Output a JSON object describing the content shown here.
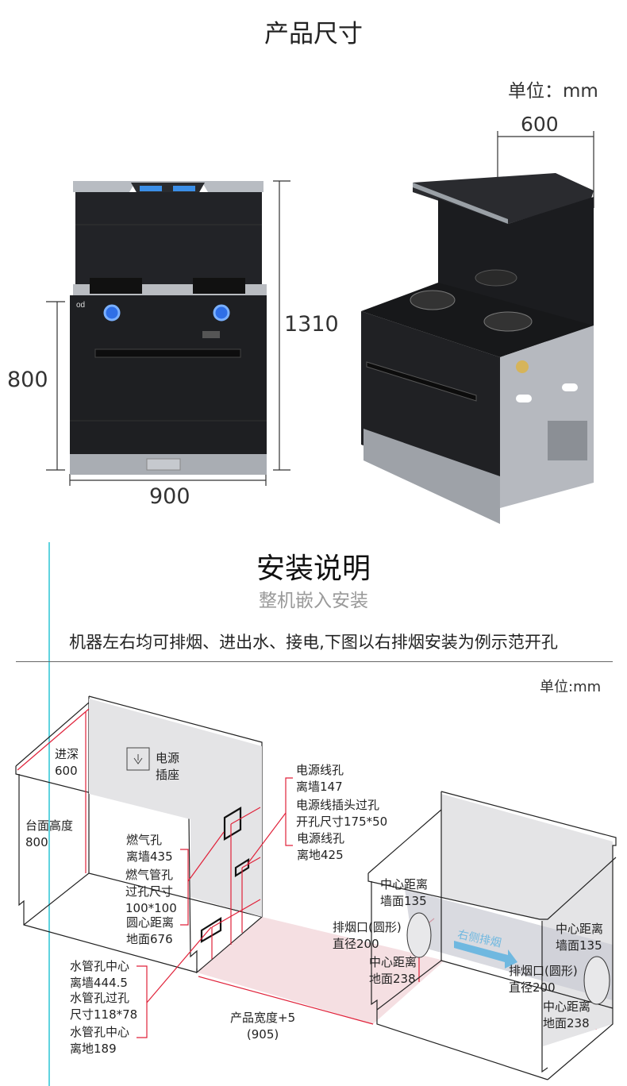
{
  "section1": {
    "title": "产品尺寸",
    "unit": "单位：mm",
    "dims": {
      "depth": "600",
      "height_total": "1310",
      "height_counter": "800",
      "width": "900"
    },
    "brand_logo": "od"
  },
  "section2": {
    "title": "安装说明",
    "subtitle": "整机嵌入安装",
    "note": "机器左右均可排烟、进出水、接电,下图以右排烟安装为例示范开孔",
    "unit": "单位:mm",
    "labels": {
      "depth": "进深\n600",
      "socket": "电源\n插座",
      "counter_height": "台面高度\n800",
      "gas_hole": "燃气孔\n离墙435",
      "gas_pipe_hole": "燃气管孔\n过孔尺寸\n100*100",
      "circle_center": "圆心距离\n地面676",
      "power_hole_wall": "电源线孔\n离墙147",
      "power_plug_hole": "电源线插头过孔\n开孔尺寸175*50",
      "power_hole_floor": "电源线孔\n离地425",
      "water_center_wall": "水管孔中心\n离墙444.5",
      "water_hole_size": "水管孔过孔\n尺寸118*78",
      "water_center_floor": "水管孔中心\n离地189",
      "product_width": "产品宽度+5\n(905)",
      "left_center_wall": "中心距离\n墙面135",
      "left_exhaust": "排烟口(圆形)\n直径200",
      "left_center_floor": "中心距离\n地面238",
      "right_exhaust_arrow": "右侧排烟",
      "right_center_wall": "中心距离\n墙面135",
      "right_exhaust": "排烟口(圆形)\n直径200",
      "right_center_floor": "中心距离\n地面238"
    }
  },
  "colors": {
    "accent_red": "#e0223a",
    "guide_cyan": "#5fd3df",
    "arrow_blue": "#6fb8e0",
    "stove_black": "#1e1f22"
  }
}
